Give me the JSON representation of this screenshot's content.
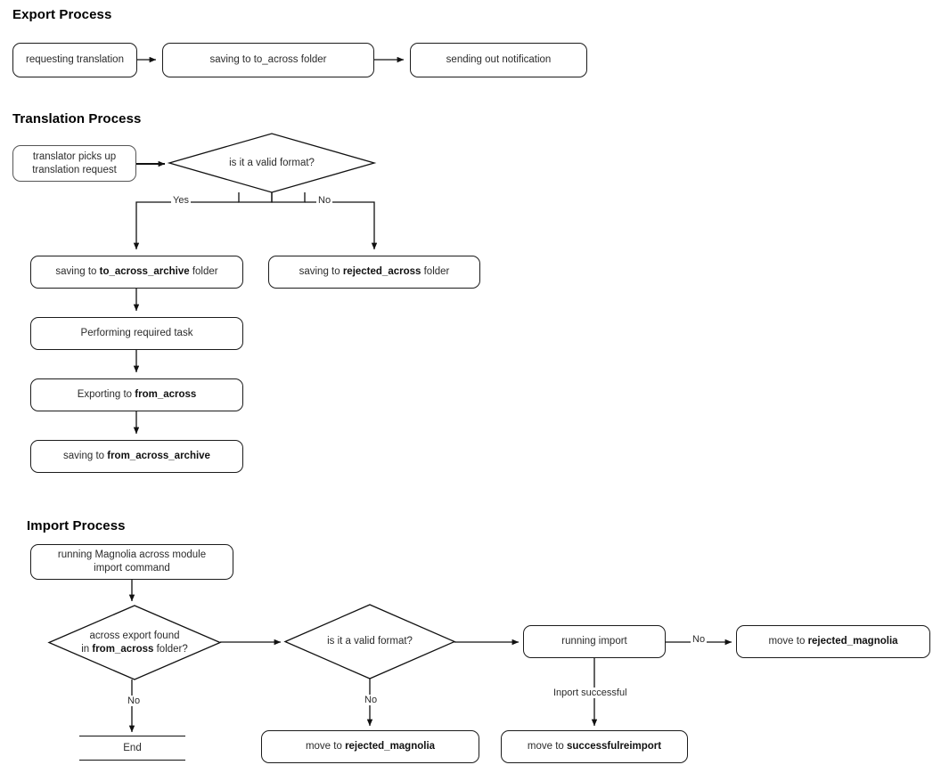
{
  "page": {
    "background": "#ffffff",
    "line_color": "#1b1b1b",
    "text_color": "#2b2b2b"
  },
  "sections": [
    {
      "id": "export",
      "title": "Export Process"
    },
    {
      "id": "translation",
      "title": "Translation Process"
    },
    {
      "id": "import",
      "title": "Import Process"
    }
  ],
  "export_process": {
    "nodes": [
      {
        "id": "requesting-translation",
        "text": "requesting translation"
      },
      {
        "id": "saving-to-across",
        "text_pre": "saving to to_across folder"
      },
      {
        "id": "sending-notification",
        "text": "sending out notification"
      }
    ]
  },
  "translation_process": {
    "start": {
      "line1": "translator picks up",
      "line2": "translation request"
    },
    "decision": {
      "text": "is it a valid format?"
    },
    "branch_yes": "Yes",
    "branch_no": "No",
    "yes_box": {
      "pre": "saving to ",
      "bold": "to_across_archive",
      "post": " folder"
    },
    "no_box": {
      "pre": "saving to ",
      "bold": "rejected_across",
      "post": " folder"
    },
    "chain": [
      {
        "id": "performing-task",
        "pre": "Performing required task",
        "bold": "",
        "post": ""
      },
      {
        "id": "exporting-from-across",
        "pre": "Exporting to ",
        "bold": "from_across",
        "post": ""
      },
      {
        "id": "saving-from-across-archive",
        "pre": "saving to ",
        "bold": "from_across_archive",
        "post": ""
      }
    ]
  },
  "import_process": {
    "start": {
      "line1": "running Magnolia across module",
      "line2": "import command"
    },
    "decision_found": {
      "line1": "across export found",
      "line2_pre": "in ",
      "line2_bold": "from_across",
      "line2_post": " folder?"
    },
    "decision_found_no_label": "No",
    "end_terminator": "End",
    "decision_format": {
      "text": "is it a valid format?"
    },
    "decision_format_no_label": "No",
    "rejected_box_left": {
      "pre": "move to ",
      "bold": "rejected_magnolia"
    },
    "running_import": {
      "text": "running import"
    },
    "running_import_no_label": "No",
    "rejected_box_right": {
      "pre": "move to ",
      "bold": "rejected_magnolia"
    },
    "success_label": "Inport successful",
    "success_box": {
      "pre": "move to ",
      "bold": "successfulreimport"
    }
  }
}
